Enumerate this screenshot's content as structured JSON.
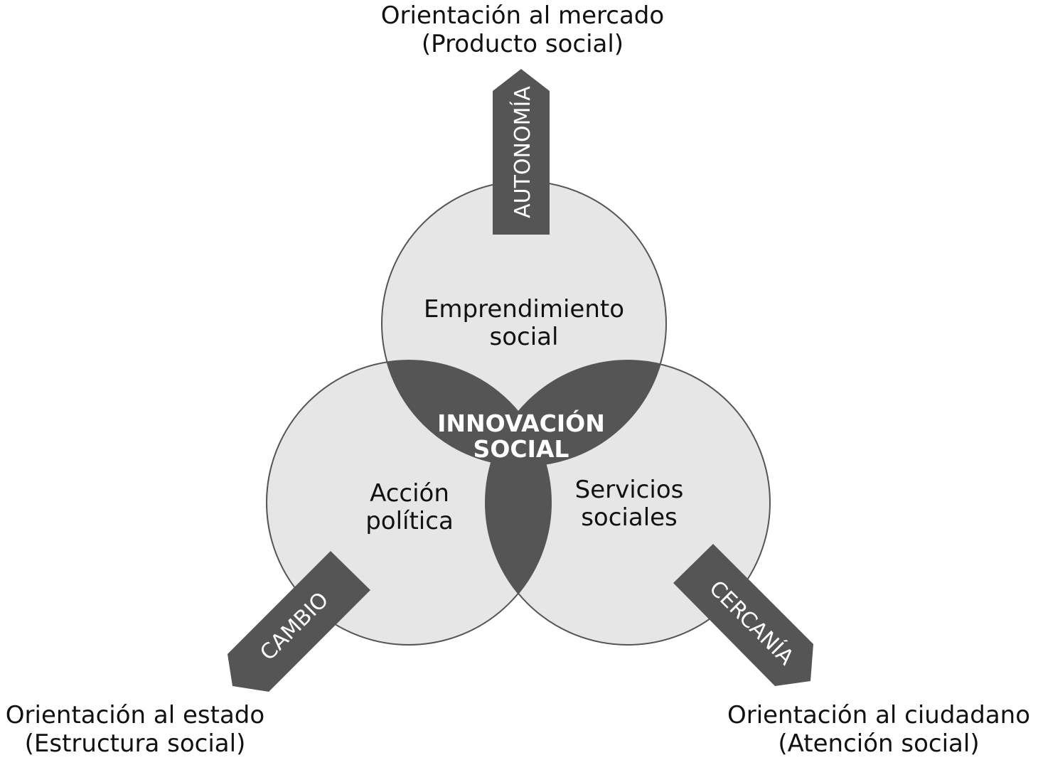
{
  "orientations": {
    "top": {
      "line1": "Orientación al mercado",
      "line2": "(Producto social)"
    },
    "left": {
      "line1": "Orientación al estado",
      "line2": "(Estructura social)"
    },
    "right": {
      "line1": "Orientación al ciudadano",
      "line2": "(Atención social)"
    }
  },
  "arrows": {
    "top": "AUTONOMÍA",
    "left": "CAMBIO",
    "right": "CERCANÍA"
  },
  "circles": {
    "top": {
      "line1": "Emprendimiento",
      "line2": "social"
    },
    "left": {
      "line1": "Acción",
      "line2": "política"
    },
    "right": {
      "line1": "Servicios",
      "line2": "sociales"
    }
  },
  "center": {
    "line1": "INNOVACIÓN",
    "line2": "SOCIAL"
  },
  "colors": {
    "circle_fill": "#e6e6e6",
    "circle_stroke": "#555555",
    "overlap_fill": "#555555",
    "arrow_fill": "#555555",
    "center_text": "#ffffff",
    "text": "#111111"
  }
}
